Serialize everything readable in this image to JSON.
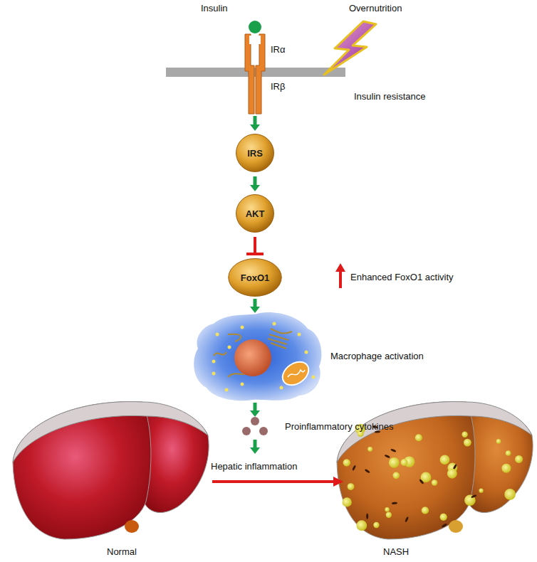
{
  "diagram": {
    "nodes": [
      {
        "text": [
          "IRS"
        ]
      },
      {
        "text": [
          "AKT"
        ]
      },
      {
        "text": [
          "FoxO1"
        ]
      }
    ],
    "edges": [
      {
        "from": 0,
        "to": 1,
        "arrow": "to"
      },
      {
        "from": 1,
        "to": 2,
        "arrow": "to"
      }
    ],
    "labels": [
      "Insulin",
      "IRα",
      "IRβ",
      "Overnutrition",
      "Insulin resistance",
      "Enhanced FoxO1 activity",
      "Macrophage activation",
      "Proinflammatory cytokines",
      "Hepatic inflammation",
      "Normal",
      "NASH"
    ]
  }
}
